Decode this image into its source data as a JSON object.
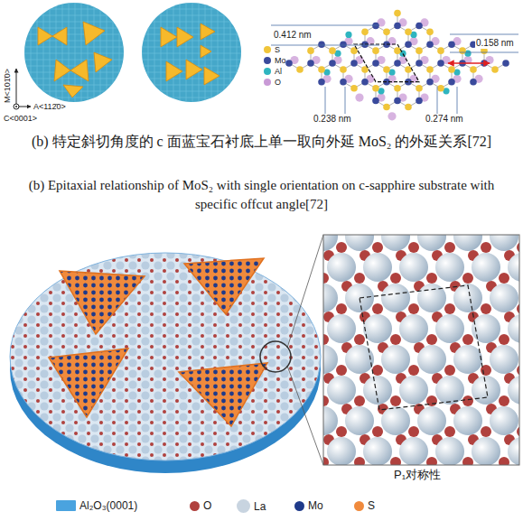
{
  "diagram": {
    "labels": [
      "M<101̄0>",
      "A<112̄0>",
      "C<0001>",
      "0.412 nm",
      "0.158 nm",
      "0.238 nm",
      "0.274 nm",
      "(b) 特定斜切角度的 c 面蓝宝石衬底上单一取向外延 MoS₂ 的外延关系[72]",
      "(b) Epitaxial relationship of MoS₂ with single orientation on c-sapphire substrate with specific offcut angle[72]",
      "P₁对称性"
    ],
    "legend": [
      {
        "text": "S",
        "color": "#f0c53a"
      },
      {
        "text": "Mo",
        "color": "#3a4a9c"
      },
      {
        "text": "Al",
        "color": "#2fb5c0"
      },
      {
        "text": "O",
        "color": "#c99ad6"
      },
      {
        "text": "Al₂O₃(0001)",
        "color": "#4aa3df"
      },
      {
        "text": "O",
        "color": "#b0413e"
      },
      {
        "text": "La",
        "color": "#c8d4e0"
      },
      {
        "text": "Mo",
        "color": "#1f3a8a"
      },
      {
        "text": "S",
        "color": "#f08a3c"
      }
    ]
  }
}
